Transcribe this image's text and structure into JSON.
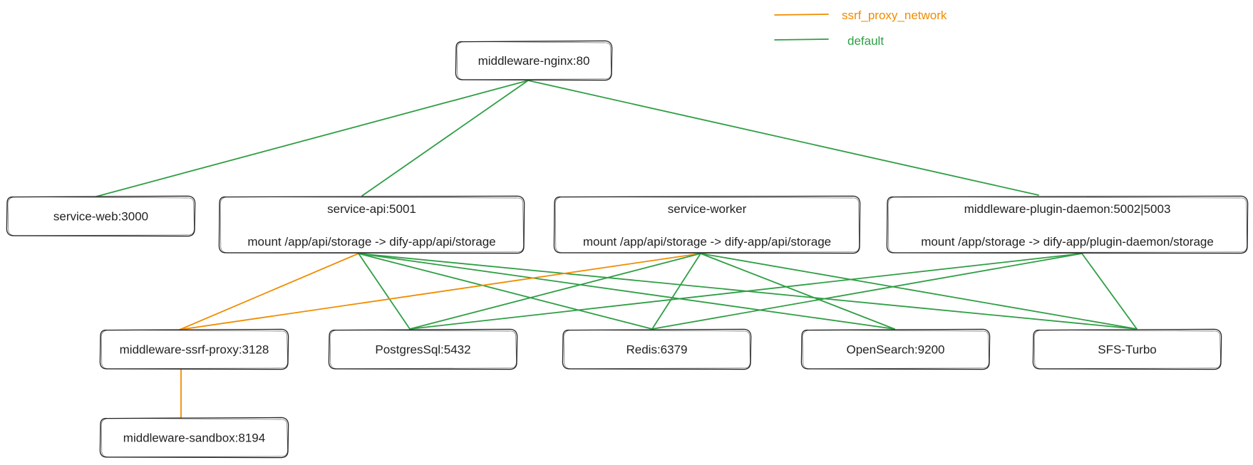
{
  "colors": {
    "ssrf_proxy_network": "#f08c00",
    "default": "#2f9e44",
    "box_stroke": "#222222",
    "text": "#222222"
  },
  "legend": [
    {
      "id": "ssrf_proxy_network",
      "label": "ssrf_proxy_network",
      "color": "#f08c00"
    },
    {
      "id": "default",
      "label": "default",
      "color": "#2f9e44"
    }
  ],
  "nodes": [
    {
      "id": "nginx",
      "lines": [
        "middleware-nginx:80"
      ]
    },
    {
      "id": "web",
      "lines": [
        "service-web:3000"
      ]
    },
    {
      "id": "api",
      "lines": [
        "service-api:5001",
        "mount /app/api/storage -> dify-app/api/storage"
      ]
    },
    {
      "id": "worker",
      "lines": [
        "service-worker",
        "mount /app/api/storage -> dify-app/api/storage"
      ]
    },
    {
      "id": "plugin",
      "lines": [
        "middleware-plugin-daemon:5002|5003",
        "mount /app/storage -> dify-app/plugin-daemon/storage"
      ]
    },
    {
      "id": "ssrf",
      "lines": [
        "middleware-ssrf-proxy:3128"
      ]
    },
    {
      "id": "pg",
      "lines": [
        "PostgresSql:5432"
      ]
    },
    {
      "id": "redis",
      "lines": [
        "Redis:6379"
      ]
    },
    {
      "id": "os",
      "lines": [
        "OpenSearch:9200"
      ]
    },
    {
      "id": "sfs",
      "lines": [
        "SFS-Turbo"
      ]
    },
    {
      "id": "sandbox",
      "lines": [
        "middleware-sandbox:8194"
      ]
    }
  ],
  "edges": [
    {
      "from": "nginx",
      "to": "web",
      "network": "default"
    },
    {
      "from": "nginx",
      "to": "api",
      "network": "default"
    },
    {
      "from": "nginx",
      "to": "plugin",
      "network": "default"
    },
    {
      "from": "api",
      "to": "ssrf",
      "network": "ssrf_proxy_network"
    },
    {
      "from": "api",
      "to": "pg",
      "network": "default"
    },
    {
      "from": "api",
      "to": "redis",
      "network": "default"
    },
    {
      "from": "api",
      "to": "os",
      "network": "default"
    },
    {
      "from": "api",
      "to": "sfs",
      "network": "default"
    },
    {
      "from": "worker",
      "to": "ssrf",
      "network": "ssrf_proxy_network"
    },
    {
      "from": "worker",
      "to": "pg",
      "network": "default"
    },
    {
      "from": "worker",
      "to": "redis",
      "network": "default"
    },
    {
      "from": "worker",
      "to": "os",
      "network": "default"
    },
    {
      "from": "worker",
      "to": "sfs",
      "network": "default"
    },
    {
      "from": "plugin",
      "to": "pg",
      "network": "default"
    },
    {
      "from": "plugin",
      "to": "redis",
      "network": "default"
    },
    {
      "from": "plugin",
      "to": "sfs",
      "network": "default"
    },
    {
      "from": "ssrf",
      "to": "sandbox",
      "network": "ssrf_proxy_network"
    }
  ]
}
